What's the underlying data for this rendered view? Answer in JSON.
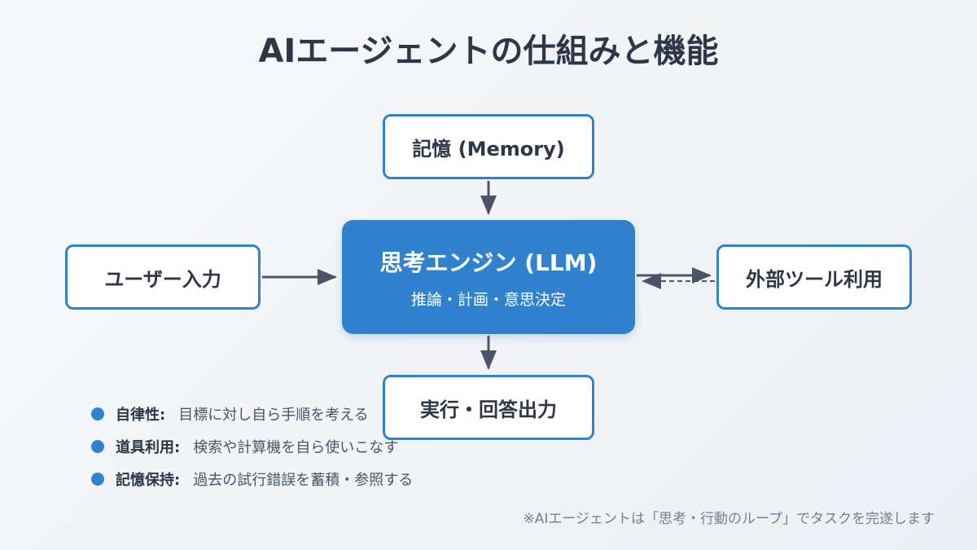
{
  "title": "AIエージェントの仕組みと機能",
  "nodes": {
    "memory": "記憶 (Memory)",
    "user_input": "ユーザー入力",
    "engine": {
      "label": "思考エンジン (LLM)",
      "subtitle": "推論・計画・意思決定"
    },
    "tools": "外部ツール利用",
    "output": "実行・回答出力"
  },
  "features": [
    {
      "label": "自律性:",
      "description": "目標に対し自ら手順を考える"
    },
    {
      "label": "道具利用:",
      "description": "検索や計算機を自ら使いこなす"
    },
    {
      "label": "記憶保持:",
      "description": "過去の試行錯誤を蓄積・参照する"
    }
  ],
  "footnote": "※AIエージェントは「思考・行動のループ」でタスクを完遂します",
  "colors": {
    "accent": "#3182ce",
    "text": "#2d3748",
    "arrow": "#4a5568"
  }
}
